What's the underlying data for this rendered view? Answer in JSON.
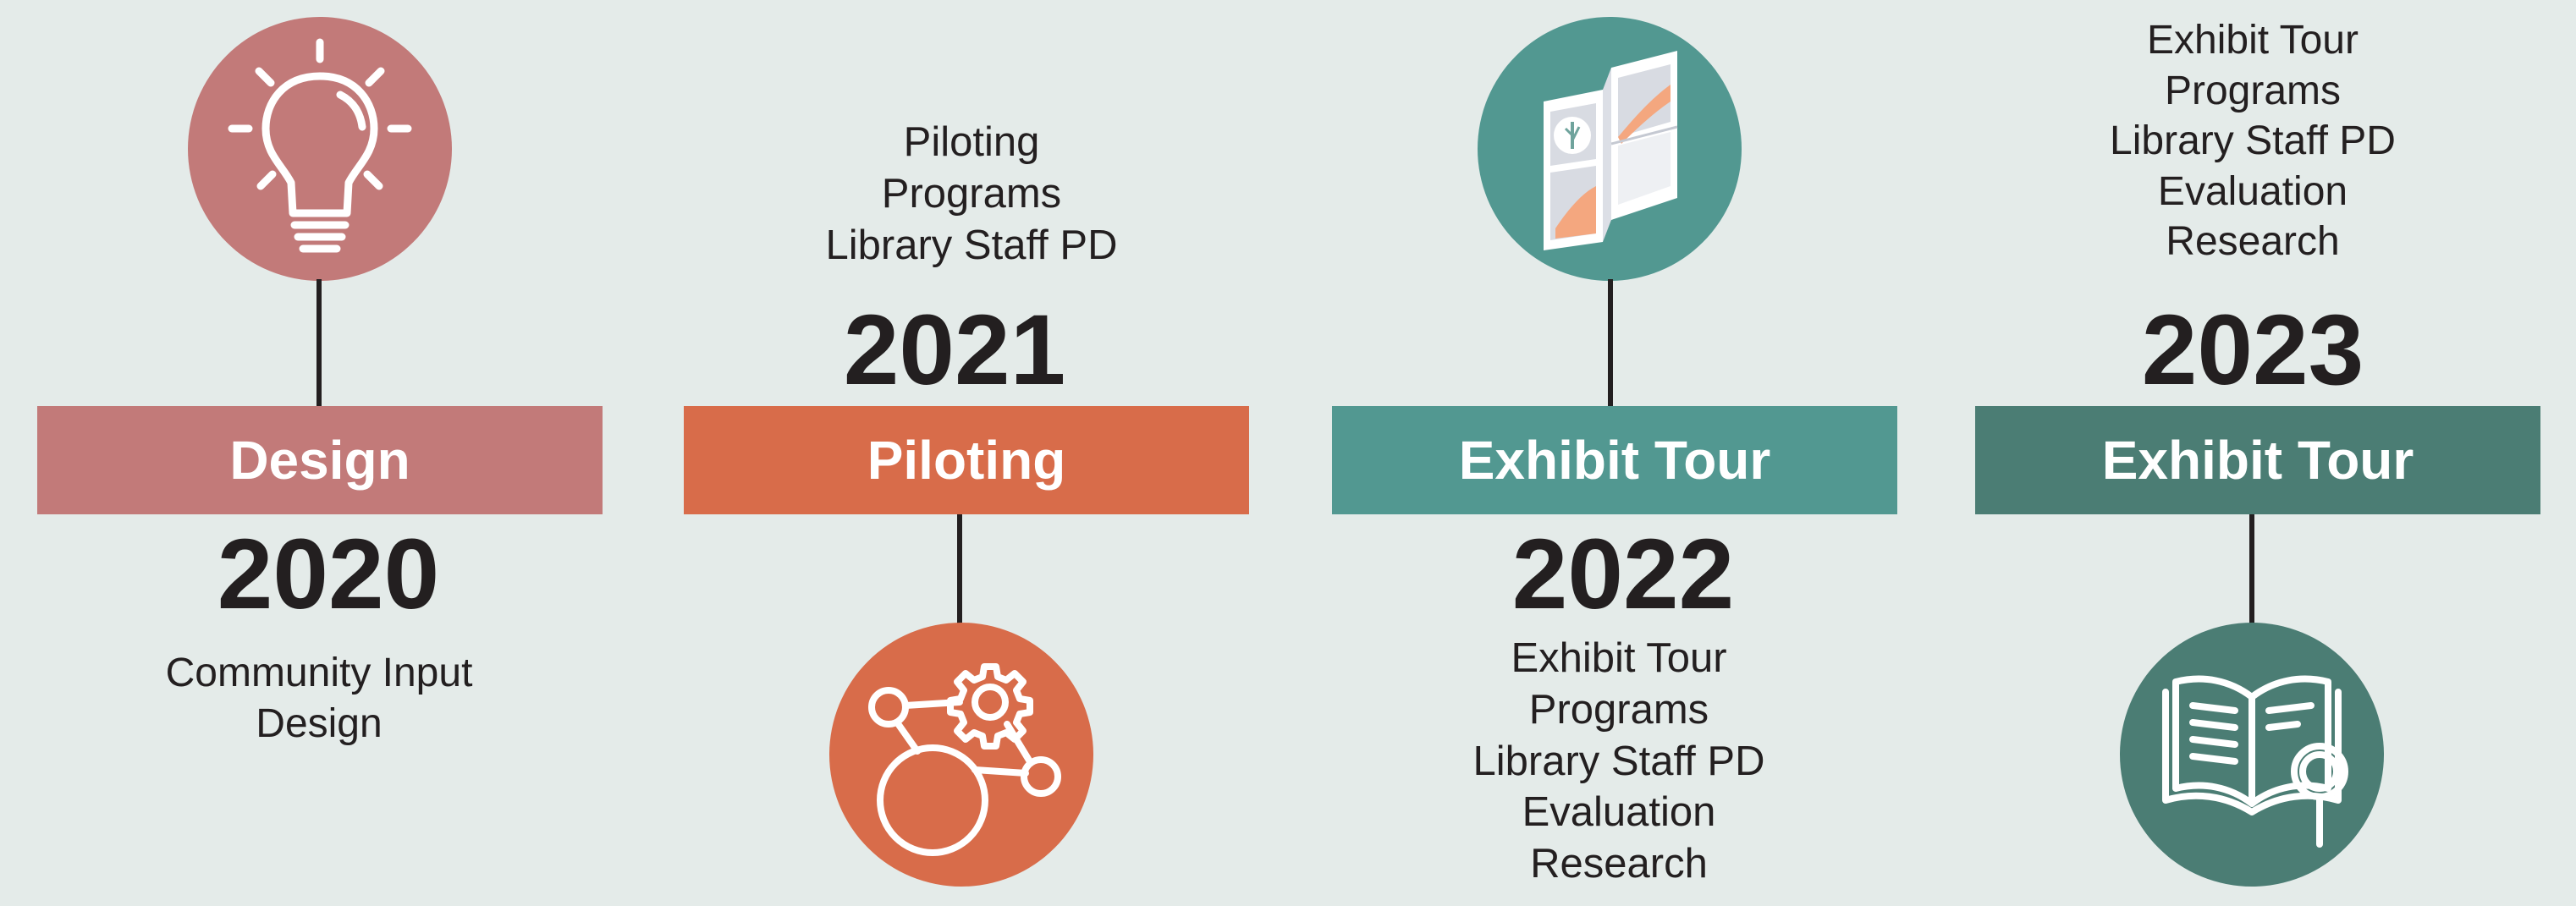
{
  "stages": [
    {
      "label": "Design",
      "year": "2020",
      "items": [
        "Community Input",
        "Design"
      ],
      "icon": "lightbulb-icon",
      "color": "#c27a79"
    },
    {
      "label": "Piloting",
      "year": "2021",
      "items": [
        "Piloting",
        "Programs",
        "Library Staff PD"
      ],
      "icon": "network-gear-icon",
      "color": "#d86c4a"
    },
    {
      "label": "Exhibit Tour",
      "year": "2022",
      "items": [
        "Exhibit Tour",
        "Programs",
        "Library Staff PD",
        "Evaluation",
        "Research"
      ],
      "icon": "exhibit-panels-icon",
      "color": "#529891"
    },
    {
      "label": "Exhibit Tour",
      "year": "2023",
      "items": [
        "Exhibit Tour",
        "Programs",
        "Library Staff PD",
        "Evaluation",
        "Research"
      ],
      "icon": "book-magnifier-icon",
      "color": "#4b7d74"
    }
  ]
}
